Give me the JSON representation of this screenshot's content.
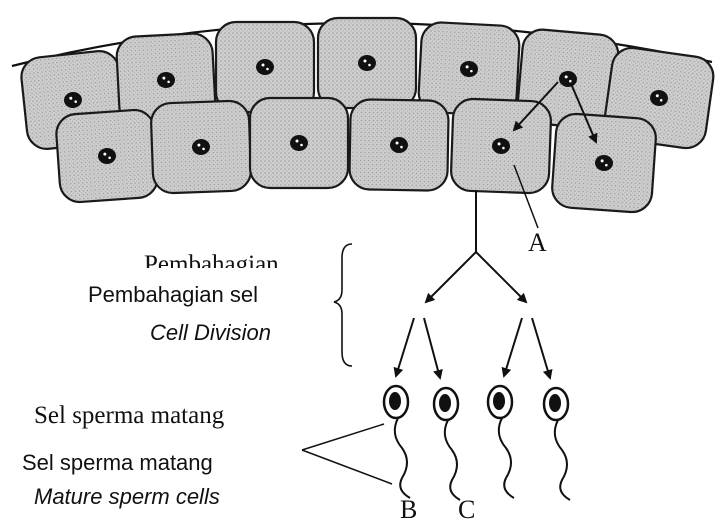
{
  "diagram": {
    "colors": {
      "cell_fill": "#c9c9c9",
      "cell_stroke": "#1a1a1a",
      "nucleus": "#111111",
      "line": "#111111",
      "background": "#ffffff"
    },
    "labels": {
      "a": "A",
      "b": "B",
      "c": "C",
      "division_ms_old": "Pembahagian",
      "division_ms": "Pembahagian sel",
      "division_en": "Cell Division",
      "sperm_ms_old": "Sel sperma matang",
      "sperm_ms": "Sel sperma matang",
      "sperm_en": "Mature sperm cells"
    },
    "cell_counts": {
      "upper_row": 7,
      "lower_row": 6,
      "sperm_cells": 4
    }
  }
}
